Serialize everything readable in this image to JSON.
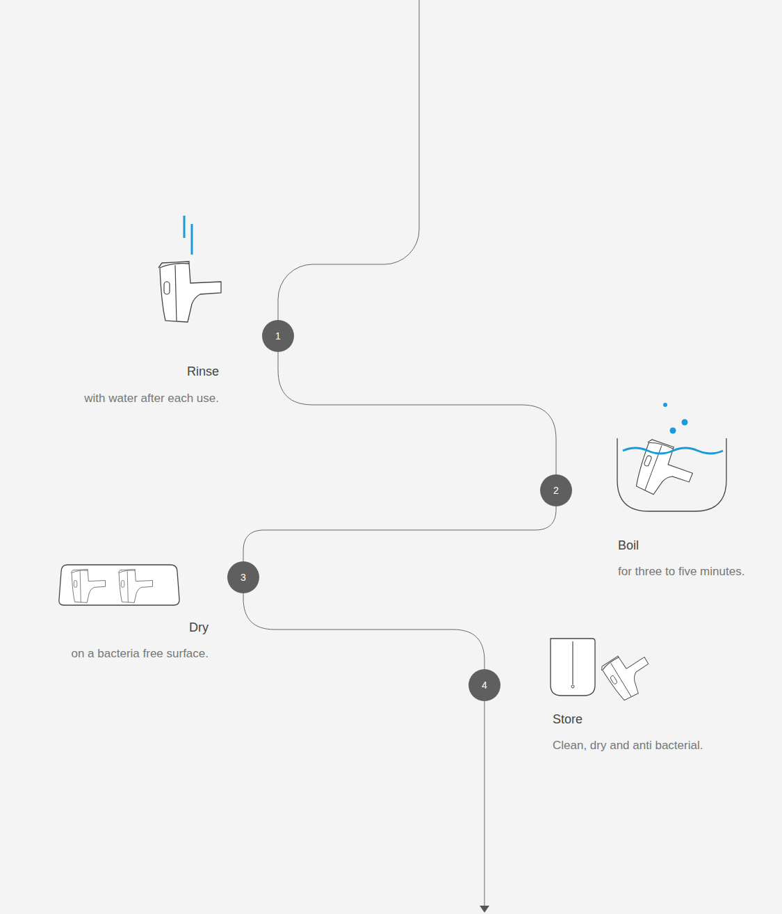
{
  "diagram": {
    "nodes": [
      {
        "text": [
          "1"
        ]
      },
      {
        "text": [
          "2"
        ]
      },
      {
        "text": [
          "3"
        ]
      },
      {
        "text": [
          "4"
        ]
      }
    ],
    "edges": [
      {
        "from": 0,
        "to": 1,
        "arrow": "none"
      },
      {
        "from": 1,
        "to": 2,
        "arrow": "none"
      },
      {
        "from": 2,
        "to": 3,
        "arrow": "none"
      }
    ],
    "labels": [
      "Rinse",
      "with water after each use.",
      "Boil",
      "for three to five minutes.",
      "Dry",
      "on a bacteria free surface.",
      "Store",
      "Clean, dry and anti bacterial."
    ]
  }
}
